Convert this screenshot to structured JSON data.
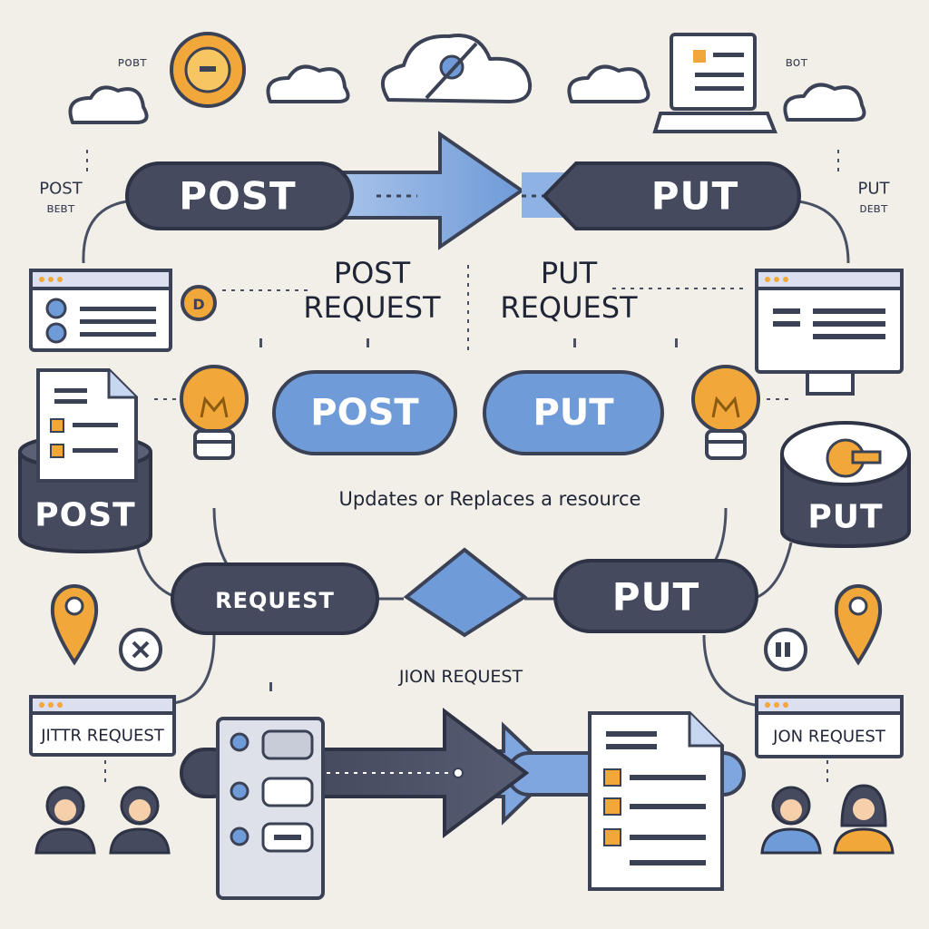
{
  "colors": {
    "background": "#f1efe8",
    "dark_pill": "#454a5e",
    "blue": "#6f9bd8",
    "accent_orange": "#f2a73a",
    "outline": "#3c4256"
  },
  "labels": {
    "top_left_mark": "ᴘᴏʙᴛ",
    "top_right_mark": "ʙᴏᴛ",
    "left_post": "POST",
    "left_post_mark": "ʙᴇʙᴛ",
    "right_put": "PUT",
    "right_put_mark": "ᴅᴇʙᴛ",
    "post_main_pill": "POST",
    "put_main_pill": "PUT",
    "post_request_heading": "POST\nREQUEST",
    "put_request_heading": "PUT\nREQUEST",
    "post_blue_pill": "POST",
    "put_blue_pill": "PUT",
    "caption": "Updates or Replaces a resource",
    "post_drum": "POST",
    "put_drum": "PUT",
    "request_pill": "REQUEST",
    "put_bottom_pill": "PUT",
    "jon_request_mid": "JION REQUEST",
    "left_panel": "JITTR REQUEST",
    "right_panel": "JON REQUEST"
  },
  "icons": [
    "gear-sun-icon",
    "cloud-icon",
    "cloud-link-icon",
    "laptop-icon",
    "browser-window-icon",
    "coin-icon",
    "document-icon",
    "lightbulb-icon",
    "database-drum-icon",
    "map-pin-icon",
    "badge-icon",
    "person-icon",
    "arrow-icon",
    "diamond-icon",
    "list-panel-icon"
  ]
}
